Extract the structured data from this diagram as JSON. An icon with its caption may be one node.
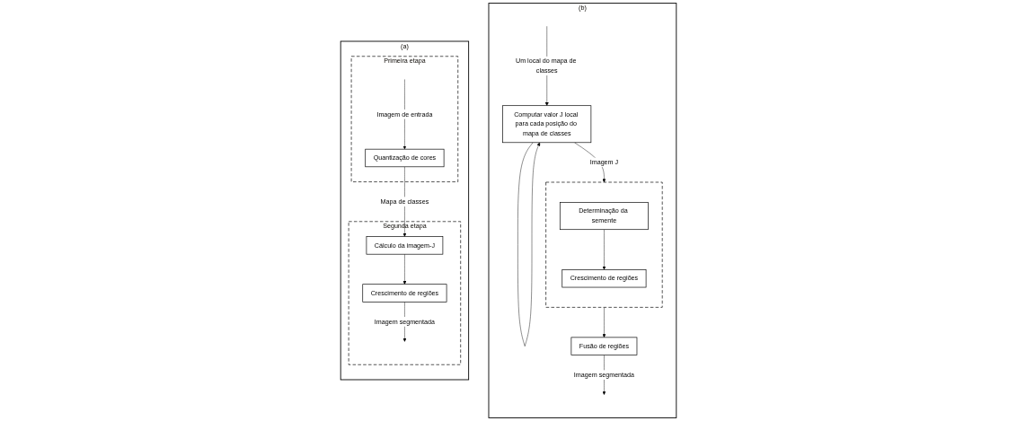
{
  "diagram": {
    "nodes": [
      {
        "text": [
          "(a)"
        ]
      },
      {
        "text": [
          "Primeira etapa"
        ],
        "in": 0
      },
      {
        "text": [
          "Quantização de cores"
        ],
        "in": 1
      },
      {
        "text": [
          "Segunda etapa"
        ],
        "in": 0
      },
      {
        "text": [
          "Cálculo da imagem-J"
        ],
        "in": 3
      },
      {
        "text": [
          "Crescimento de regiões"
        ],
        "in": 3
      },
      {
        "text": [
          "(b)"
        ]
      },
      {
        "text": [
          "Computar valor J local para cada posição do mapa de classes"
        ],
        "in": 6
      },
      {
        "text": [],
        "shape": "box",
        "in": 6
      },
      {
        "text": [
          "Determinação da semente"
        ],
        "in": 8
      },
      {
        "text": [
          "Crescimento de regiões"
        ],
        "in": 8
      },
      {
        "text": [
          "Fusão de regiões"
        ],
        "in": 6
      }
    ],
    "edges": [
      {
        "from": null,
        "to": 2,
        "arrow": "to",
        "label": "Imagem de entrada"
      },
      {
        "from": 2,
        "to": 4,
        "arrow": "to",
        "label": "Mapa de classes"
      },
      {
        "from": 4,
        "to": 5,
        "arrow": "to"
      },
      {
        "from": 5,
        "to": null,
        "arrow": "to",
        "label": "Imagem segmentada"
      },
      {
        "from": null,
        "to": 7,
        "arrow": "to",
        "label": "Um local do mapa de classes"
      },
      {
        "from": 7,
        "to": 7,
        "arrow": "to"
      },
      {
        "from": 7,
        "to": 8,
        "arrow": "to",
        "label": "Imagem J"
      },
      {
        "from": 9,
        "to": 10,
        "arrow": "to"
      },
      {
        "from": 8,
        "to": 11,
        "arrow": "to"
      },
      {
        "from": 11,
        "to": null,
        "arrow": "to",
        "label": "Imagem segmentada"
      }
    ]
  }
}
